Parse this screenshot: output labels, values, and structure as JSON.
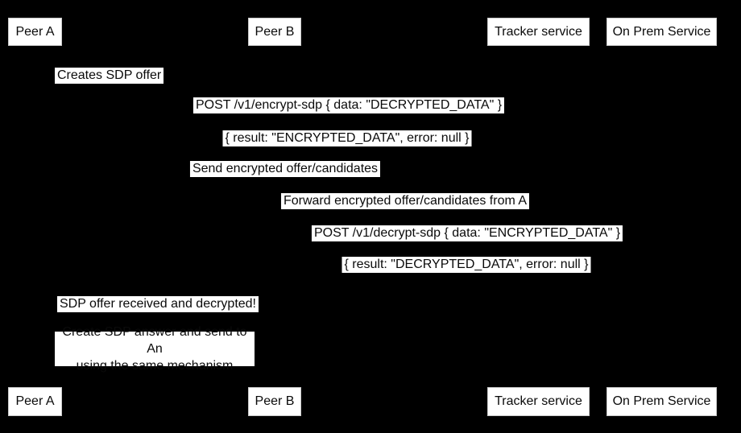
{
  "diagram": {
    "type": "sequence-diagram",
    "background_color": "#000000",
    "box_fill_color": "#ffffff",
    "text_color": "#0a0a0a",
    "participants": [
      {
        "label": "Peer A"
      },
      {
        "label": "Peer B"
      },
      {
        "label": "Tracker service"
      },
      {
        "label": "On Prem Service"
      }
    ],
    "messages": [
      {
        "text": "Creates SDP offer"
      },
      {
        "text": "POST /v1/encrypt-sdp { data: \"DECRYPTED_DATA\" }"
      },
      {
        "text": "{ result: \"ENCRYPTED_DATA\", error: null }"
      },
      {
        "text": "Send encrypted offer/candidates"
      },
      {
        "text": "Forward encrypted offer/candidates from A"
      },
      {
        "text": "POST /v1/decrypt-sdp { data: \"ENCRYPTED_DATA\" }"
      },
      {
        "text": "{ result: \"DECRYPTED_DATA\", error: null }"
      },
      {
        "text": "SDP offer received and decrypted!"
      }
    ],
    "note": {
      "line1": "Create SDP answer and send to An",
      "line2": "using the same mechanism"
    }
  }
}
